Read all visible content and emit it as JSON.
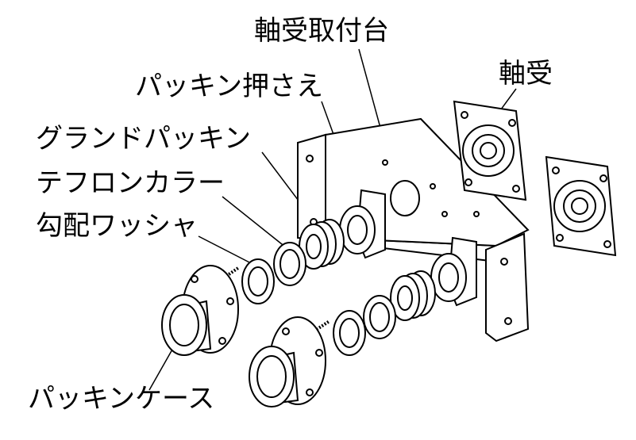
{
  "labels": {
    "bearing_mount": "軸受取付台",
    "bearing": "軸受",
    "packing_retainer": "パッキン押さえ",
    "gland_packing": "グランドパッキン",
    "teflon_collar": "テフロンカラー",
    "taper_washer": "勾配ワッシャ",
    "packing_case": "パッキンケース"
  }
}
